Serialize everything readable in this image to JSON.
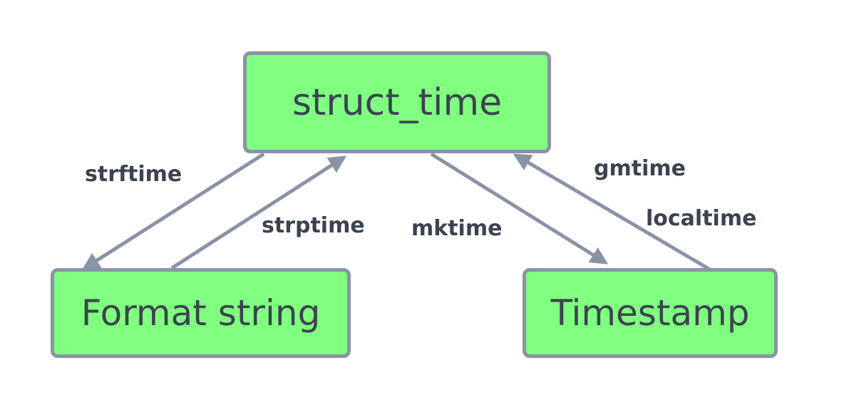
{
  "nodes": {
    "struct_time": "struct_time",
    "format_string": "Format string",
    "timestamp": "Timestamp"
  },
  "edges": {
    "strftime": "strftime",
    "strptime": "strptime",
    "mktime": "mktime",
    "gmtime": "gmtime",
    "localtime": "localtime"
  },
  "colors": {
    "node_fill": "#80ff80",
    "node_border": "#8a93a6",
    "text": "#3b4350",
    "arrow": "#8a93a6"
  }
}
